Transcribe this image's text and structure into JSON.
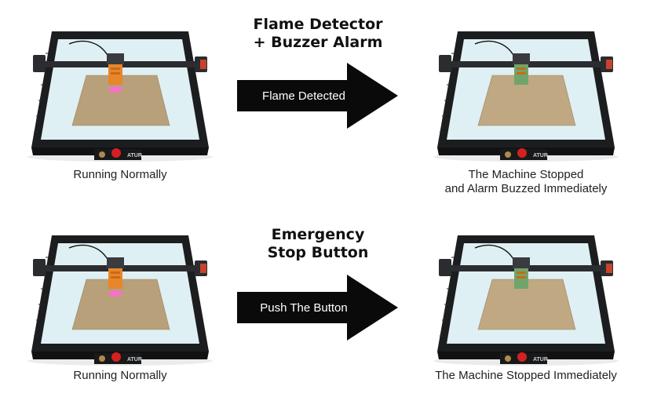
{
  "sections": [
    {
      "heading": [
        "Flame Detector",
        "+ Buzzer Alarm"
      ],
      "arrow_label": "Flame Detected",
      "before_caption": [
        "Running Normally"
      ],
      "after_caption": [
        "The Machine Stopped",
        "and Alarm Buzzed Immediately"
      ],
      "brand_text": "ATUR"
    },
    {
      "heading": [
        "Emergency",
        "Stop Button"
      ],
      "arrow_label": "Push The Button",
      "before_caption": [
        "Running Normally"
      ],
      "after_caption": [
        "The Machine Stopped Immediately"
      ],
      "brand_text": "ATUR"
    }
  ],
  "colors": {
    "frame": "#1c1d1f",
    "bed": "#dff0f4",
    "wood": "#b7a07a",
    "laser_head": "#e8862a",
    "laser_glow": "#ff6ad5",
    "emergency_button": "#d42020",
    "arrow": "#0a0a0a"
  }
}
